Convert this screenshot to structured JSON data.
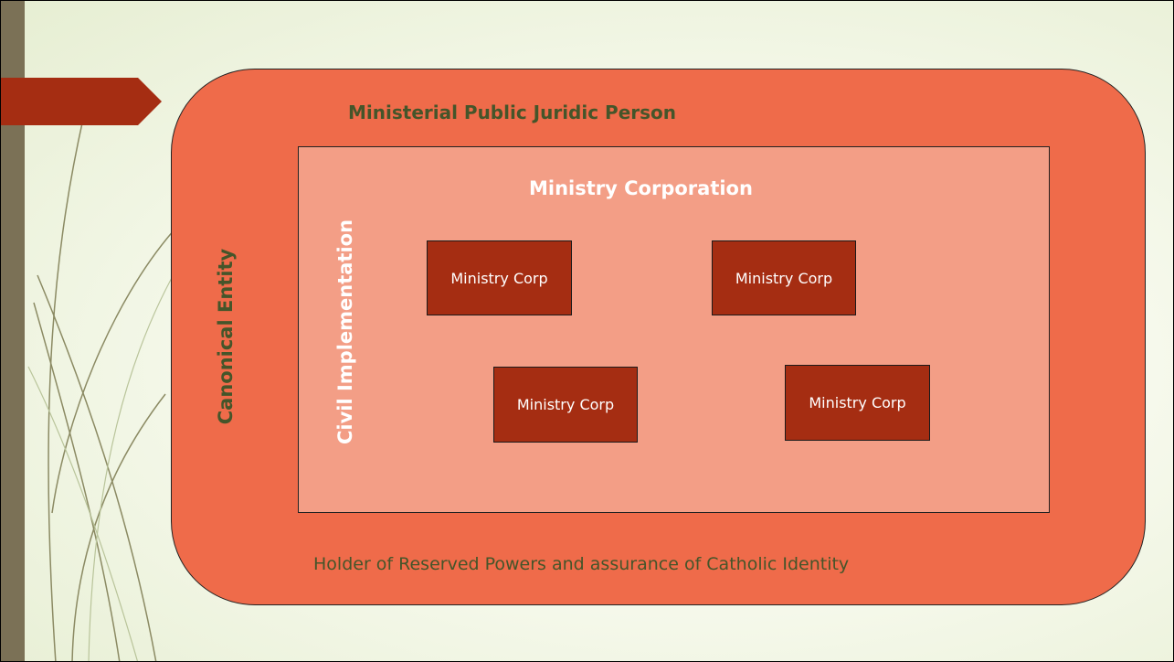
{
  "diagram": {
    "outer": {
      "title": "Ministerial Public Juridic Person",
      "side_label": "Canonical Entity",
      "footer": "Holder of Reserved Powers and assurance of Catholic Identity"
    },
    "inner": {
      "title": "Ministry Corporation",
      "side_label": "Civil Implementation"
    },
    "corps": [
      "Ministry Corp",
      "Ministry Corp",
      "Ministry Corp",
      "Ministry Corp"
    ]
  },
  "colors": {
    "outer_fill": "#ef6b4a",
    "inner_fill": "#f39e86",
    "corp_fill": "#a52d12",
    "accent_tab": "#a52d12",
    "text_dark": "#45552a"
  }
}
